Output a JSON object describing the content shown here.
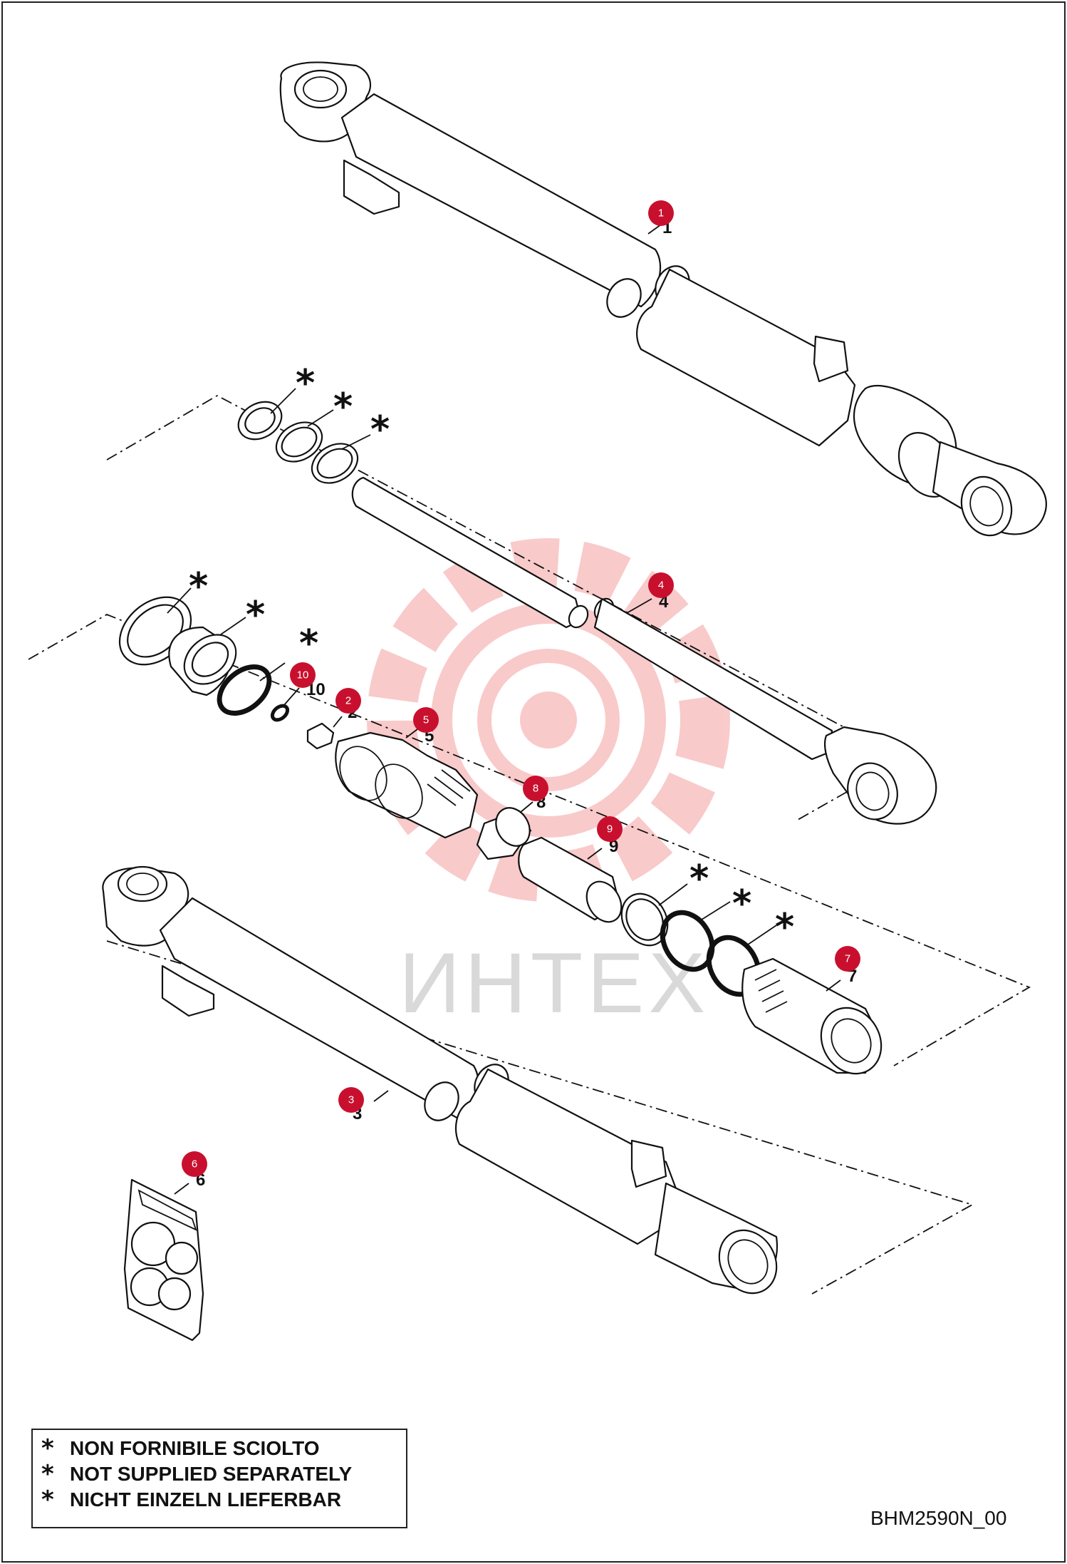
{
  "drawing_code": "BHM2590N_00",
  "watermark": "ИНТЕХ",
  "legend": [
    {
      "symbol": "*",
      "text": "NON FORNIBILE SCIOLTO"
    },
    {
      "symbol": "*",
      "text": "NOT SUPPLIED SEPARATELY"
    },
    {
      "symbol": "*",
      "text": "NICHT EINZELN LIEFERBAR"
    }
  ],
  "callouts": [
    {
      "id": "1",
      "label": "1"
    },
    {
      "id": "2",
      "label": "2"
    },
    {
      "id": "3",
      "label": "3"
    },
    {
      "id": "4",
      "label": "4"
    },
    {
      "id": "5",
      "label": "5"
    },
    {
      "id": "6",
      "label": "6"
    },
    {
      "id": "7",
      "label": "7"
    },
    {
      "id": "8",
      "label": "8"
    },
    {
      "id": "9",
      "label": "9"
    },
    {
      "id": "10",
      "label": "10"
    }
  ],
  "part_numbers": {
    "p1": "1",
    "p2": "2",
    "p3": "3",
    "p4": "4",
    "p5": "5",
    "p6": "6",
    "p7": "7",
    "p8": "8",
    "p9": "9",
    "p10": "10"
  },
  "star_symbol": "*",
  "colors": {
    "callout": "#c8102e",
    "line": "#111111",
    "watermark": "#f3b7b7"
  }
}
